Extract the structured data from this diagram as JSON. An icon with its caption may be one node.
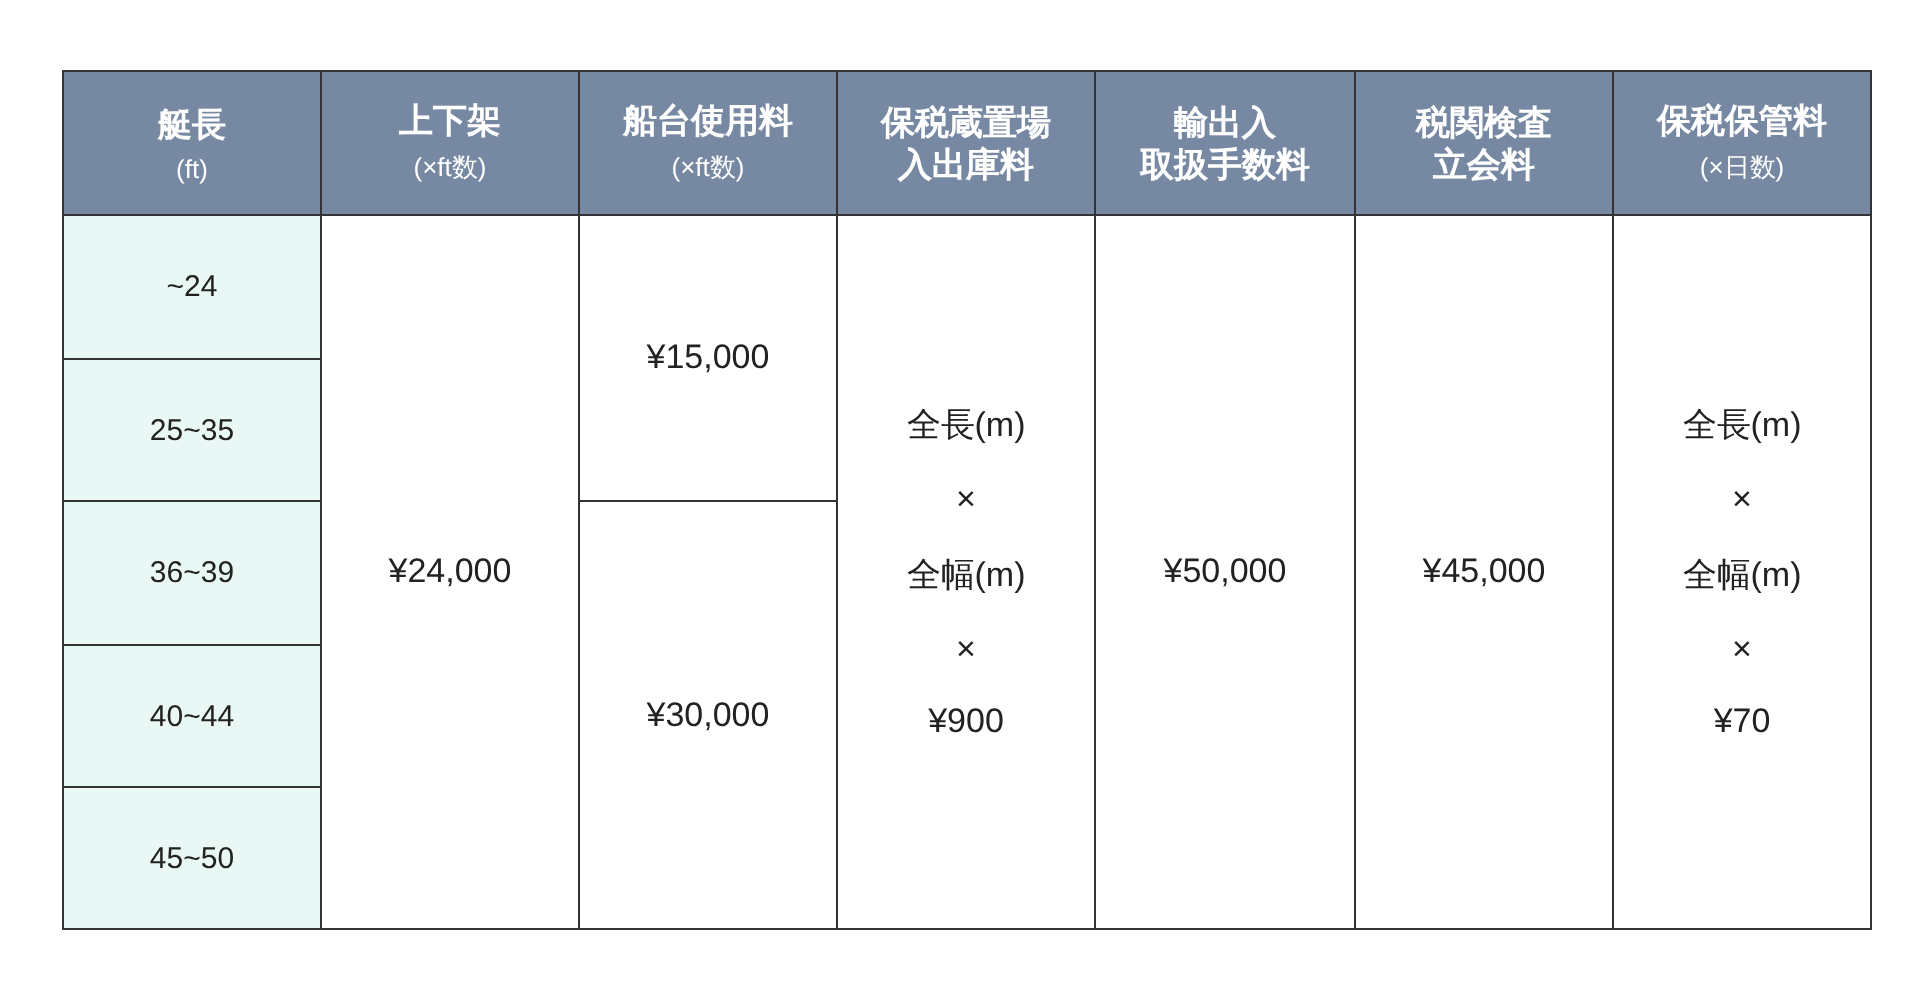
{
  "diagram": {
    "labels": [
      "艇長",
      "(ft)",
      "上下架",
      "(×ft数)",
      "船台使用料",
      "(×ft数)",
      "保税蔵置場入出庫料",
      "輸出入取扱手数料",
      "税関検査立会料",
      "保税保管料",
      "(×日数)",
      "~24",
      "¥24,000",
      "¥15,000",
      "全長(m)",
      "×",
      "全幅(m)",
      "×",
      "¥900",
      "¥50,000",
      "¥45,000",
      "全長(m)",
      "×",
      "全幅(m)",
      "×",
      "¥70",
      "25~35",
      "36~39",
      "40~44",
      "¥30,000",
      "45~50"
    ]
  }
}
